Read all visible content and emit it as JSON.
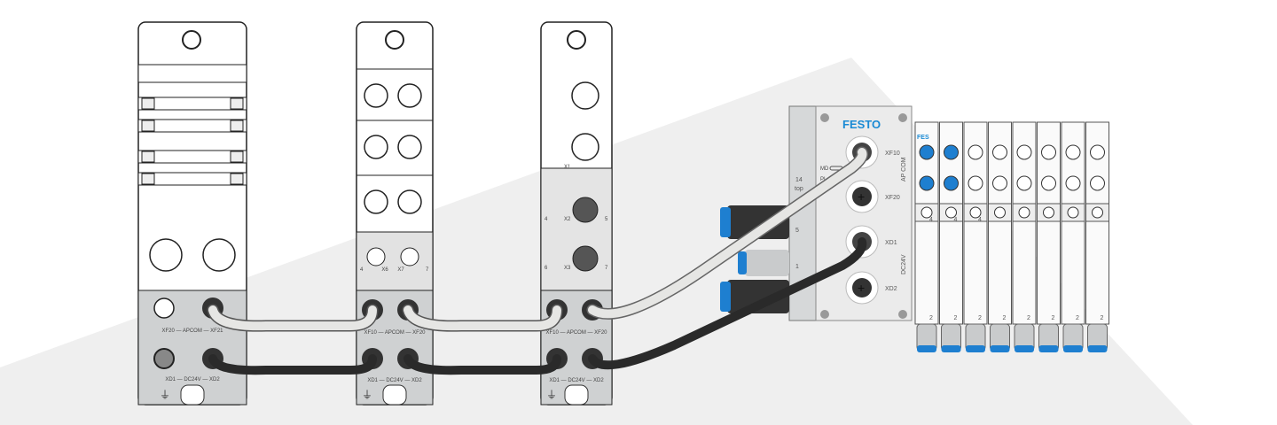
{
  "colors": {
    "background": "#ffffff",
    "shade": "#efefef",
    "cable_light": "#e6e6e4",
    "cable_dark": "#2a2a2a",
    "brand": "#1a8ad4",
    "metal": "#c9cbcc",
    "tube_blue": "#1e7fd0"
  },
  "modules": [
    {
      "top_label": "XF20 — APCOM — XF21",
      "bottom_label": "XD1 — DC24V — XD2"
    },
    {
      "top_label": "XF10 — APCOM — XF20",
      "bottom_label": "XD1 — DC24V — XD2",
      "port_labels": [
        "X6",
        "X7"
      ],
      "pin_labels": [
        "4",
        "7"
      ]
    },
    {
      "top_label": "XF10 — APCOM — XF20",
      "bottom_label": "XD1 — DC24V — XD2",
      "port_labels": [
        "X1",
        "X2",
        "X3"
      ],
      "pin_labels": [
        "4",
        "5",
        "6",
        "7"
      ]
    }
  ],
  "terminal": {
    "brand": "FESTO",
    "ports": [
      "XF10",
      "XF20",
      "XD1",
      "XD2"
    ],
    "side_labels": [
      "AP COM",
      "DC24V"
    ],
    "leds": [
      "MD",
      "PL"
    ],
    "manifold_labels": [
      "14",
      "top",
      "5",
      "1"
    ],
    "valve_brand": "FES",
    "valve_top_numbers": [
      "4",
      "4",
      "4"
    ],
    "valve_bottom_numbers": [
      "2",
      "2",
      "2",
      "2",
      "2",
      "2",
      "2",
      "2"
    ]
  }
}
